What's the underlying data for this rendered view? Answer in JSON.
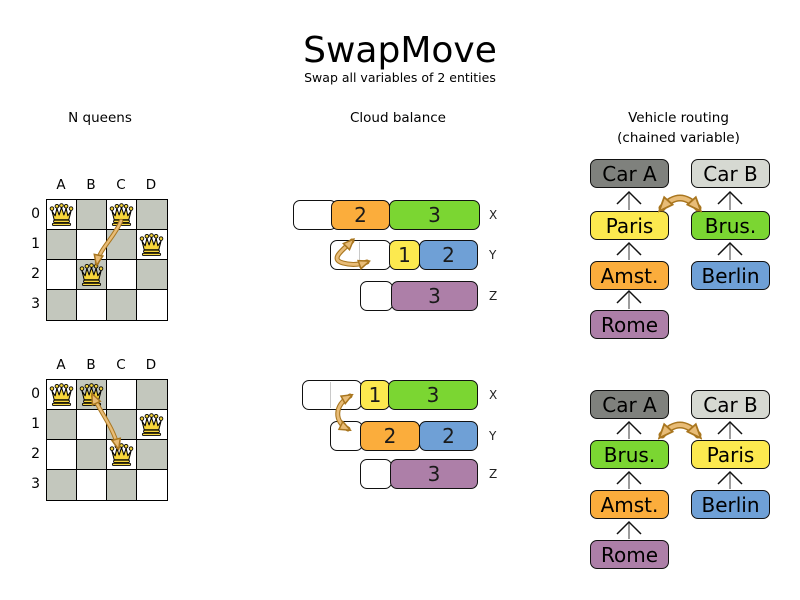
{
  "header": {
    "title": "SwapMove",
    "subtitle": "Swap all variables of 2 entities"
  },
  "panels": {
    "nqueens": {
      "label": "N queens"
    },
    "cloud": {
      "label": "Cloud balance"
    },
    "vehicle": {
      "label": "Vehicle routing",
      "sublabel": "(chained variable)"
    }
  },
  "nqueens": {
    "cols": [
      "A",
      "B",
      "C",
      "D"
    ],
    "rows": [
      "0",
      "1",
      "2",
      "3"
    ],
    "before": {
      "queens": [
        "A0",
        "C0",
        "D1",
        "B2"
      ],
      "move": {
        "from": "C0",
        "to": "B2"
      }
    },
    "after": {
      "queens": [
        "A0",
        "B0",
        "D1",
        "C2"
      ],
      "move": {
        "from": "B0",
        "to": "C2"
      }
    }
  },
  "cloud": {
    "before": {
      "rows": [
        {
          "label": "X",
          "segments": [
            {
              "value": "2",
              "color": "#FBAD3C"
            },
            {
              "value": "3",
              "color": "#7BD632"
            }
          ]
        },
        {
          "label": "Y",
          "segments": [
            {
              "value": "1",
              "color": "#FCE94F"
            },
            {
              "value": "2",
              "color": "#6FA0D6"
            }
          ]
        },
        {
          "label": "Z",
          "segments": [
            {
              "value": "3",
              "color": "#AD7FA8"
            }
          ]
        }
      ]
    },
    "after": {
      "rows": [
        {
          "label": "X",
          "segments": [
            {
              "value": "1",
              "color": "#FCE94F"
            },
            {
              "value": "3",
              "color": "#7BD632"
            }
          ]
        },
        {
          "label": "Y",
          "segments": [
            {
              "value": "2",
              "color": "#FBAD3C"
            },
            {
              "value": "2",
              "color": "#6FA0D6"
            }
          ]
        },
        {
          "label": "Z",
          "segments": [
            {
              "value": "3",
              "color": "#AD7FA8"
            }
          ]
        }
      ]
    }
  },
  "vehicle": {
    "before": {
      "left": [
        "Car A",
        "Paris",
        "Amst.",
        "Rome"
      ],
      "right": [
        "Car B",
        "Brus.",
        "Berlin"
      ],
      "swap": [
        "Paris",
        "Brus."
      ]
    },
    "after": {
      "left": [
        "Car A",
        "Brus.",
        "Amst.",
        "Rome"
      ],
      "right": [
        "Car B",
        "Paris",
        "Berlin"
      ],
      "swap": [
        "Brus.",
        "Paris"
      ]
    }
  },
  "colors": {
    "orange": "#FBAD3C",
    "green": "#7BD632",
    "yellow": "#FCE94F",
    "blue": "#6FA0D6",
    "purple": "#AD7FA8",
    "car_a_gray": "#7F817D",
    "car_b_gray": "#D6D9D2",
    "board_gray": "#C3C7BD",
    "swap_arrow_fill": "#E8BC77",
    "swap_arrow_outline": "#A9761F"
  }
}
